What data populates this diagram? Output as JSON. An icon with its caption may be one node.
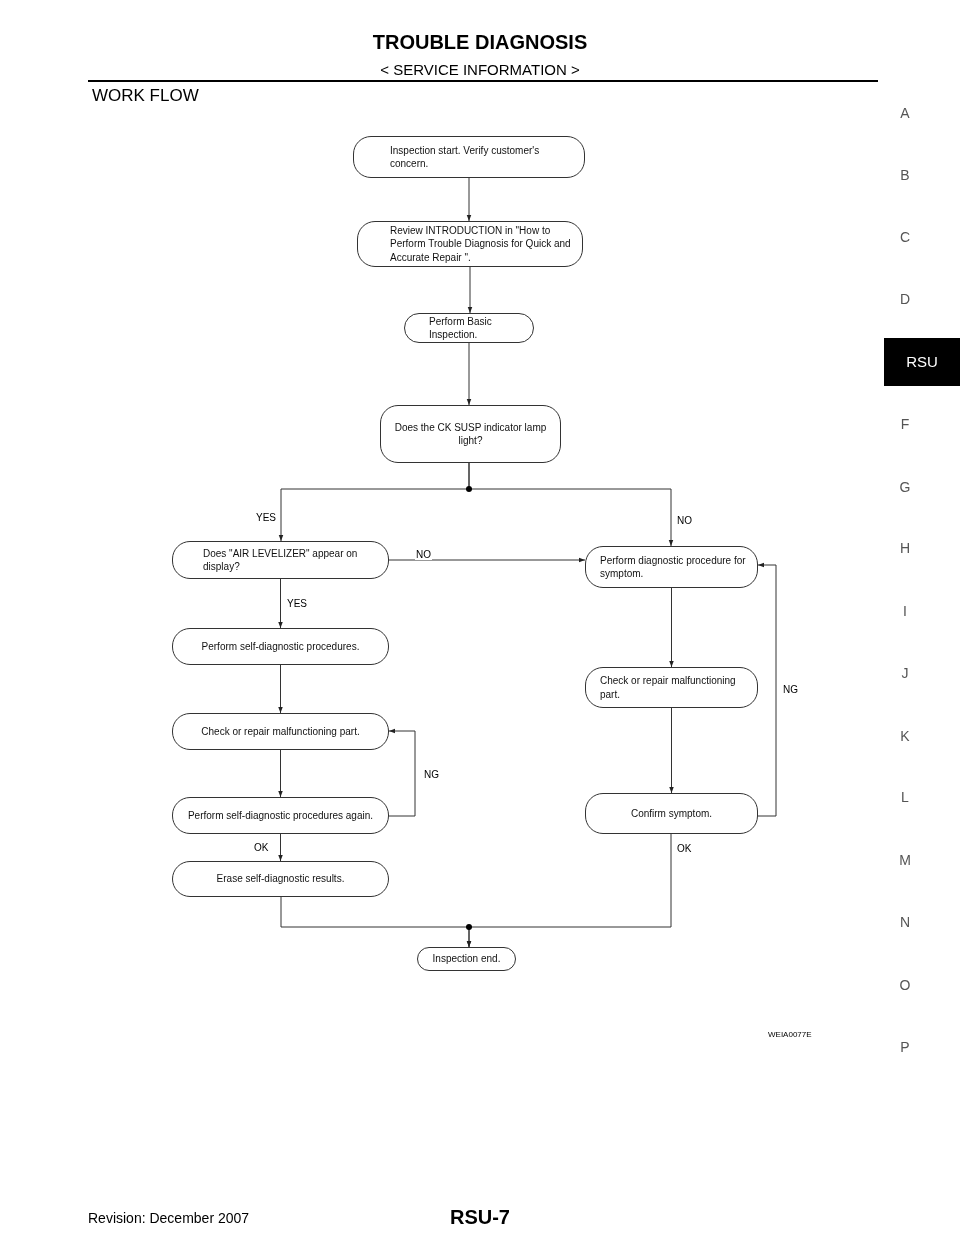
{
  "diagram": {
    "title": "TROUBLE DIAGNOSIS",
    "nodes": [
      {
        "text": [
          "Inspection start. Verify customer's concern."
        ]
      },
      {
        "text": [
          "Review INTRODUCTION in \"How to Perform Trouble Diagnosis for Quick and Accurate Repair \"."
        ]
      },
      {
        "text": [
          "Perform Basic Inspection."
        ]
      },
      {
        "text": [
          "Does the CK SUSP indicator lamp light?"
        ]
      },
      {
        "text": [
          "Does \"AIR LEVELIZER\" appear on display?"
        ]
      },
      {
        "text": [
          "Perform diagnostic procedure for symptom."
        ]
      },
      {
        "text": [
          "Perform self-diagnostic procedures."
        ]
      },
      {
        "text": [
          "Check or repair malfunctioning part."
        ]
      },
      {
        "text": [
          "Check or repair malfunctioning part."
        ]
      },
      {
        "text": [
          "Perform self-diagnostic procedures again."
        ]
      },
      {
        "text": [
          "Confirm symptom."
        ]
      },
      {
        "text": [
          "Erase self-diagnostic results."
        ]
      },
      {
        "text": [
          "Inspection end."
        ]
      }
    ],
    "edges": [
      {
        "from": 0,
        "to": 1,
        "arrow": "to"
      },
      {
        "from": 1,
        "to": 2,
        "arrow": "to"
      },
      {
        "from": 2,
        "to": 3,
        "arrow": "to"
      },
      {
        "from": 3,
        "to": 4,
        "arrow": "to",
        "label": "YES"
      },
      {
        "from": 3,
        "to": 5,
        "arrow": "to",
        "label": "NO"
      },
      {
        "from": 4,
        "to": 5,
        "arrow": "to",
        "label": "NO"
      },
      {
        "from": 4,
        "to": 6,
        "arrow": "to",
        "label": "YES"
      },
      {
        "from": 6,
        "to": 8,
        "arrow": "to"
      },
      {
        "from": 8,
        "to": 9,
        "arrow": "to"
      },
      {
        "from": 9,
        "to": 8,
        "arrow": "to",
        "label": "NG"
      },
      {
        "from": 9,
        "to": 11,
        "arrow": "to",
        "label": "OK"
      },
      {
        "from": 5,
        "to": 7,
        "arrow": "to"
      },
      {
        "from": 7,
        "to": 10,
        "arrow": "to"
      },
      {
        "from": 10,
        "to": 5,
        "arrow": "to",
        "label": "NG"
      },
      {
        "from": 11,
        "to": 12,
        "arrow": "to"
      },
      {
        "from": 10,
        "to": 12,
        "arrow": "to",
        "label": "OK"
      }
    ],
    "labels": [
      "< SERVICE INFORMATION >",
      "WORK FLOW",
      "A",
      "B",
      "C",
      "D",
      "RSU",
      "F",
      "G",
      "H",
      "I",
      "J",
      "K",
      "L",
      "M",
      "N",
      "O",
      "P",
      "WEIA0077E",
      "Revision: December 2007",
      "RSU-7"
    ]
  }
}
